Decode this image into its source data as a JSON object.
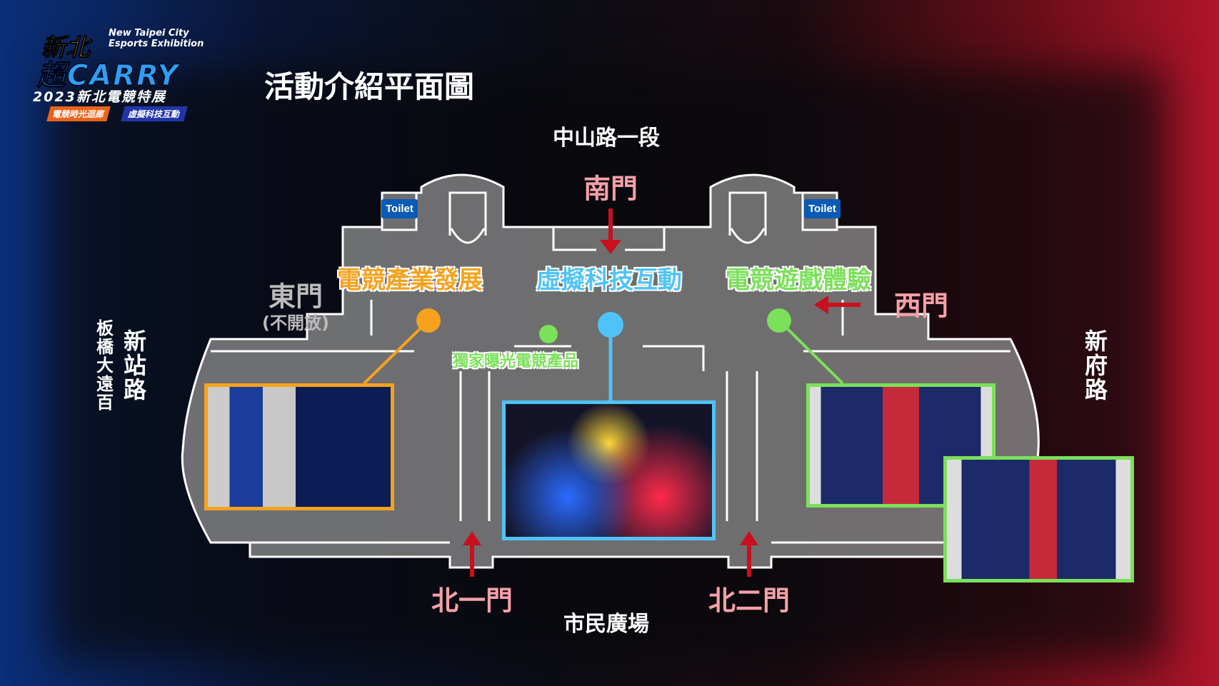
{
  "logo": {
    "line1": "新北",
    "tagline": "New Taipei City Esports Exhibition",
    "line2": "超CARRY",
    "line3": "2023新北電競特展",
    "tag_left": "電競時光迴廊",
    "tag_right": "虛擬科技互動"
  },
  "title": "活動介紹平面圖",
  "roads": {
    "top": "中山路一段",
    "left": "新站路",
    "left_sub": "板橋大遠百",
    "right": "新府路",
    "bottom": "市民廣場"
  },
  "gates": {
    "south": "南門",
    "east": "東門",
    "east_note": "(不開放)",
    "west": "西門",
    "north1": "北一門",
    "north2": "北二門"
  },
  "toilets": [
    "Toilet",
    "Toilet"
  ],
  "zones": {
    "left": "電競產業發展",
    "center": "虛擬科技互動",
    "right": "電競遊戲體驗",
    "exclusive": "獨家曝光電競產品"
  },
  "colors": {
    "orange": "#f6a21e",
    "blue": "#4fc3f7",
    "green": "#7be05a",
    "arrow": "#c8101e"
  }
}
